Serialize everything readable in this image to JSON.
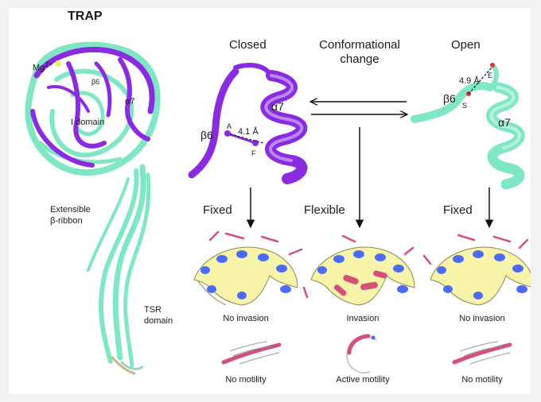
{
  "left": {
    "title": "TRAP",
    "mg_label": "Mg",
    "mg_superscript": "2+",
    "i_domain": "I domain",
    "helix_a7": "α7",
    "strand_b6": "β6",
    "ribbon_line1": "Extensible",
    "ribbon_line2": "β-ribbon",
    "tsr_line1": "TSR",
    "tsr_line2": "domain"
  },
  "states": {
    "closed_title": "Closed",
    "open_title": "Open",
    "change_line1": "Conformational",
    "change_line2": "change",
    "closed_b6": "β6",
    "closed_a7": "α7",
    "closed_distance": "4.1 Å",
    "closed_res1": "A",
    "closed_res2": "F",
    "open_b6": "β6",
    "open_a7": "α7",
    "open_distance": "4.9 Å",
    "open_res1": "S",
    "open_res2": "E"
  },
  "outcomes": [
    {
      "state": "Fixed",
      "invasion": "No invasion",
      "motility": "No motility"
    },
    {
      "state": "Flexible",
      "invasion": "Invasion",
      "motility": "Active motility"
    },
    {
      "state": "Fixed",
      "invasion": "No invasion",
      "motility": "No motility"
    }
  ],
  "colors": {
    "closed_purple": "#8a2be2",
    "open_cyan": "#7fe7c4",
    "cell_yellow": "#f7f3a8",
    "nucleus_blue": "#4a6cf7",
    "parasite_pink": "#d4507a"
  }
}
